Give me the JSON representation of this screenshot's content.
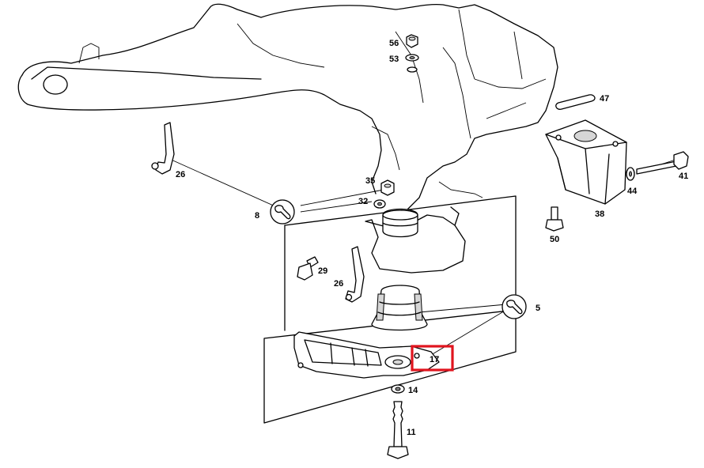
{
  "labels": {
    "l56": "56",
    "l53": "53",
    "l47": "47",
    "l26a": "26",
    "l35": "35",
    "l32": "32",
    "l8": "8",
    "l41": "41",
    "l44": "44",
    "l38": "38",
    "l50": "50",
    "l29": "29",
    "l26b": "26",
    "l5": "5",
    "l17": "17",
    "l14": "14",
    "l11": "11"
  },
  "highlight": {
    "target_label": "17",
    "color": "#e0141e"
  }
}
